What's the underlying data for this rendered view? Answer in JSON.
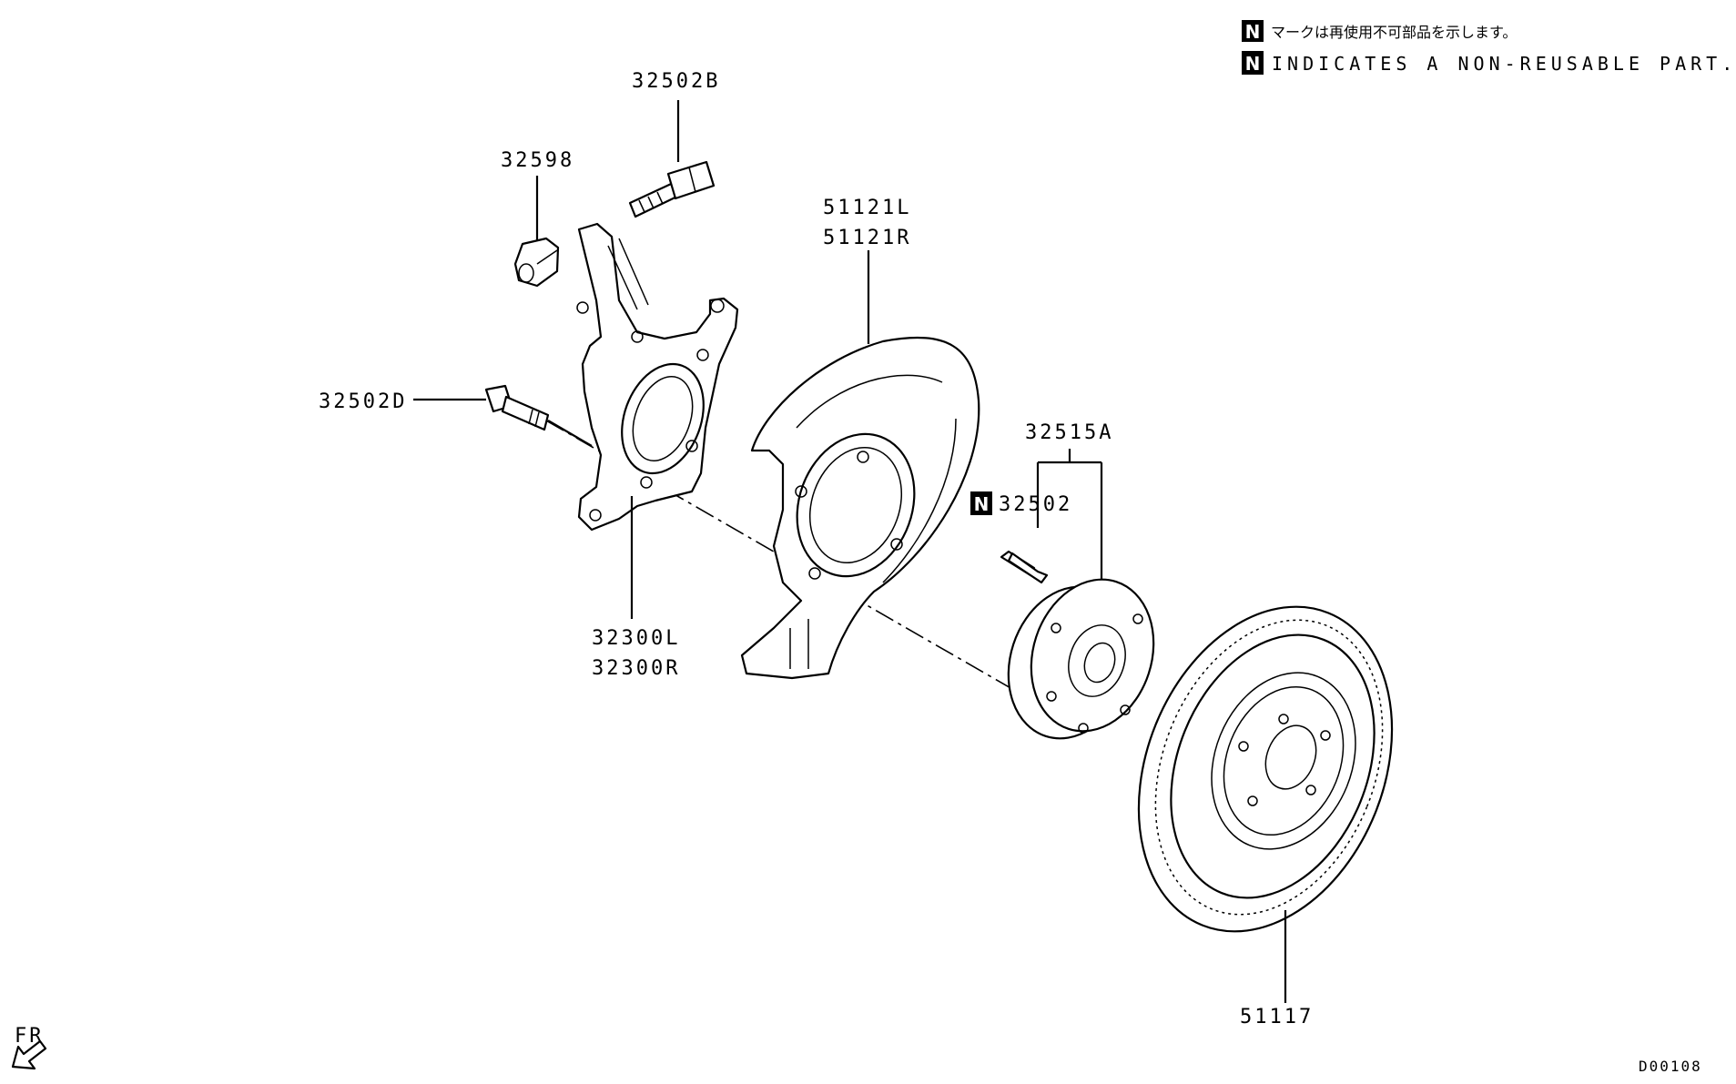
{
  "notes": {
    "badge": "N",
    "jp": "マークは再使用不可部品を示します。",
    "en": "INDICATES A NON-REUSABLE PART."
  },
  "labels": {
    "p32502B": "32502B",
    "p32598": "32598",
    "p51121L": "51121L",
    "p51121R": "51121R",
    "p32502D": "32502D",
    "p32515A": "32515A",
    "p32502": "32502",
    "p32300L": "32300L",
    "p32300R": "32300R",
    "p51117": "51117"
  },
  "direction": {
    "label": "FR"
  },
  "diagram_id": "D00108"
}
